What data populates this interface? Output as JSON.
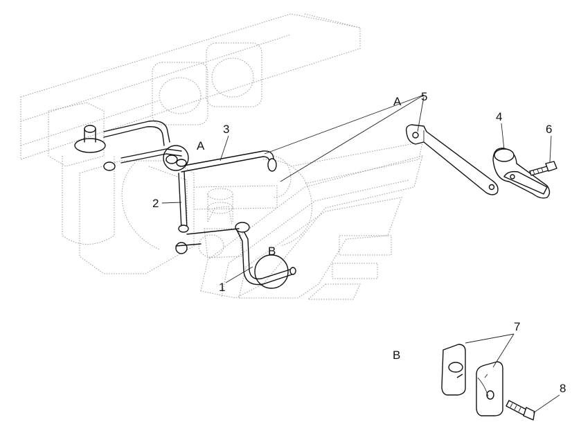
{
  "diagram": {
    "callouts": [
      {
        "id": "c1",
        "text": "1"
      },
      {
        "id": "c2",
        "text": "2"
      },
      {
        "id": "c3",
        "text": "3"
      },
      {
        "id": "c4",
        "text": "4"
      },
      {
        "id": "c5",
        "text": "5"
      },
      {
        "id": "c6",
        "text": "6"
      },
      {
        "id": "c7",
        "text": "7"
      },
      {
        "id": "c8",
        "text": "8"
      }
    ],
    "views": {
      "a_marker": "A",
      "a_detail": "A",
      "b_marker": "B",
      "b_detail": "B"
    }
  }
}
